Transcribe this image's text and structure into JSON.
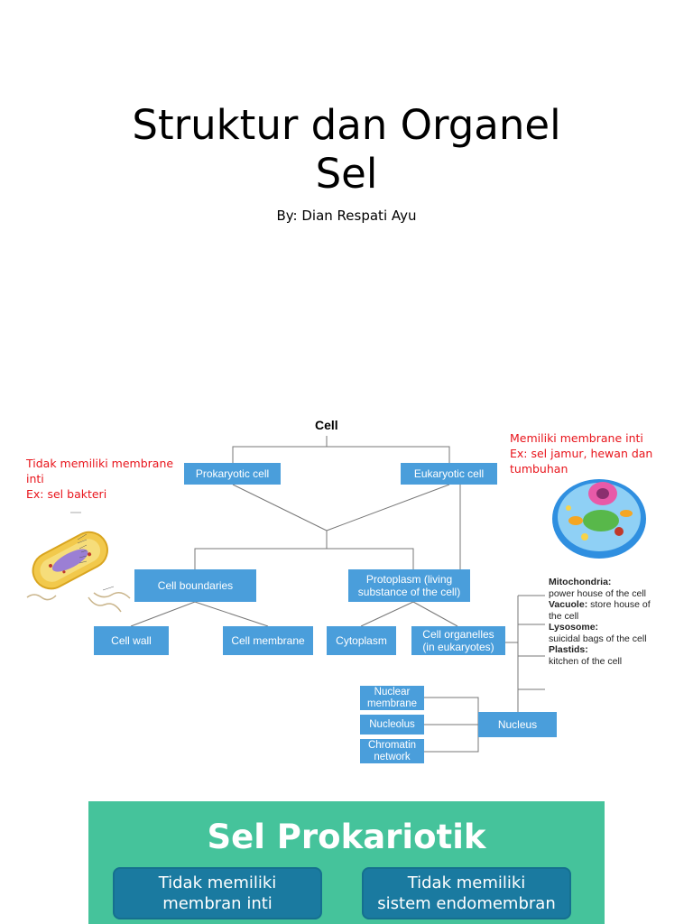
{
  "slide": {
    "title_line1": "Struktur dan Organel",
    "title_line2": "Sel",
    "byline": "By: Dian Respati Ayu"
  },
  "notes": {
    "prokaryote": [
      "Tidak memiliki membrane",
      "inti",
      "Ex: sel bakteri"
    ],
    "eukaryote": [
      "Memiliki membrane inti",
      "Ex: sel jamur, hewan dan",
      "tumbuhan"
    ]
  },
  "diagram": {
    "root": "Cell",
    "prokaryotic": "Prokaryotic cell",
    "eukaryotic": "Eukaryotic cell",
    "boundaries": "Cell boundaries",
    "protoplasm": "Protoplasm (living substance of the cell)",
    "cell_wall": "Cell wall",
    "cell_membrane": "Cell membrane",
    "cytoplasm": "Cytoplasm",
    "organelles": "Cell organelles (in eukaryotes)",
    "nuclear_membrane": "Nuclear membrane",
    "nucleolus": "Nucleolus",
    "chromatin": "Chromatin network",
    "nucleus": "Nucleus",
    "legend": [
      {
        "term": "Mitochondria:",
        "desc": "power house of the cell"
      },
      {
        "term": "Vacuole:",
        "desc": "store house of the cell"
      },
      {
        "term": "Lysosome:",
        "desc": "suicidal bags of the cell"
      },
      {
        "term": "Plastids:",
        "desc": "kitchen of the cell"
      }
    ]
  },
  "banner": {
    "title": "Sel Prokariotik",
    "pill_left_1": "Tidak memiliki",
    "pill_left_2": "membran inti",
    "pill_right_1": "Tidak memiliki",
    "pill_right_2": "sistem endomembran"
  },
  "colors": {
    "box_blue": "#4a9edb",
    "note_red": "#e8141b",
    "banner_green": "#45c39b",
    "pill_blue": "#1a7aa0"
  }
}
